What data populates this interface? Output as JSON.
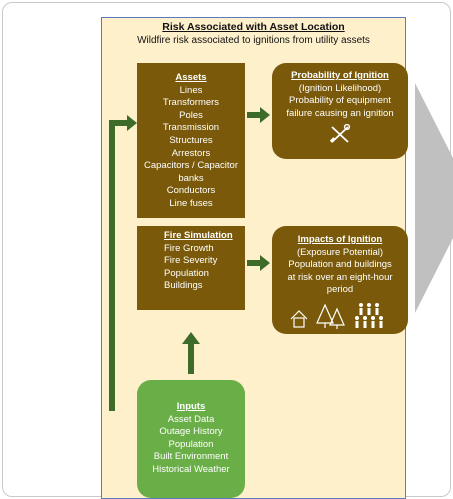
{
  "title": "Risk Associated with Asset Location",
  "subtitle": "Wildfire risk associated to ignitions from utility assets",
  "assets": {
    "heading": "Assets",
    "items": [
      "Lines",
      "Transformers",
      "Poles",
      "Transmission",
      "Structures",
      "Arrestors",
      "Capacitors / Capacitor",
      "banks",
      "Conductors",
      "Line fuses"
    ]
  },
  "fire_simulation": {
    "heading": "Fire Simulation",
    "items": [
      "Fire Growth",
      "Fire Severity",
      "Population",
      "Buildings"
    ]
  },
  "probability": {
    "heading": "Probability of Ignition",
    "lines": [
      "(Ignition Likelihood)",
      "Probability of equipment",
      "failure causing an ignition"
    ]
  },
  "impacts": {
    "heading": "Impacts of Ignition",
    "lines": [
      "(Exposure Potential)",
      "Population and buildings",
      "at risk over an eight-hour",
      "period"
    ]
  },
  "inputs": {
    "heading": "Inputs",
    "items": [
      "Asset Data",
      "Outage History",
      "Population",
      "Built Environment",
      "Historical Weather"
    ]
  },
  "colors": {
    "panel": "#fff0cc",
    "brown_box": "#7a5a0a",
    "green_box": "#6aae47",
    "arrow": "#3d6b2a",
    "gray_arrow": "#c0c0c0"
  }
}
